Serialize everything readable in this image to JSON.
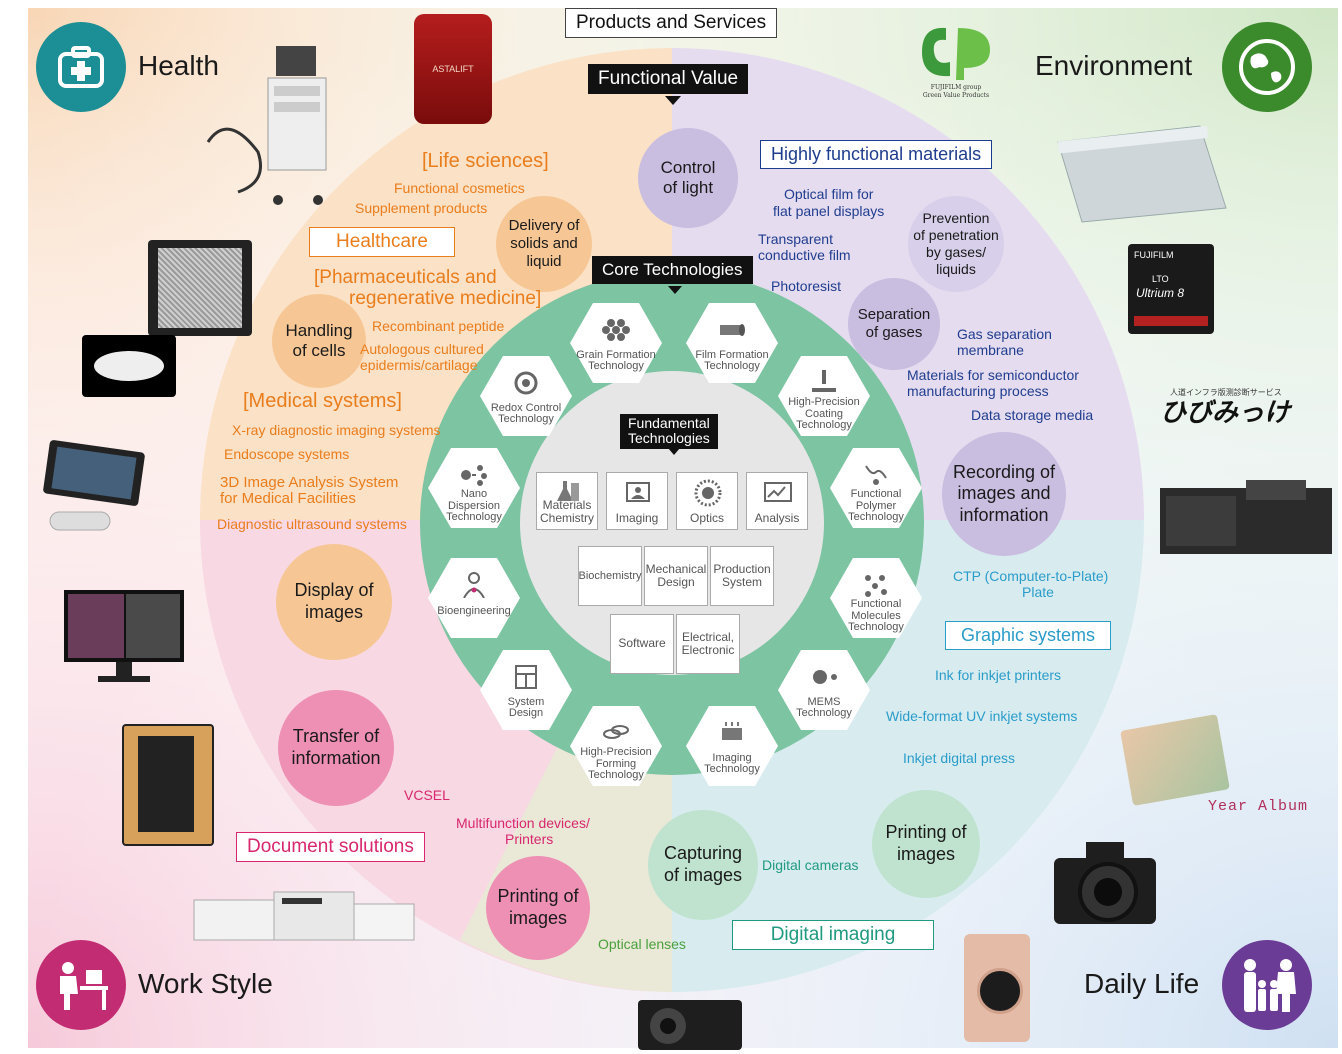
{
  "header": {
    "products_services": "Products and Services",
    "functional_value": "Functional Value"
  },
  "categories": {
    "health": "Health",
    "environment": "Environment",
    "work_style": "Work Style",
    "daily_life": "Daily Life"
  },
  "healthcare": {
    "box": "Healthcare",
    "life_sciences": "[Life sciences]",
    "functional_cosmetics": "Functional cosmetics",
    "supplement_products": "Supplement products",
    "pharma_1": "[Pharmaceuticals and",
    "pharma_2": "regenerative medicine]",
    "recombinant_peptide": "Recombinant peptide",
    "autologous_1": "Autologous cultured",
    "autologous_2": "epidermis/cartilage",
    "medical_systems": "[Medical systems]",
    "xray": "X-ray diagnostic imaging systems",
    "endoscope": "Endoscope systems",
    "ai_1": "3D Image Analysis System",
    "ai_2": "for Medical Facilities",
    "ultrasound": "Diagnostic ultrasound systems"
  },
  "materials": {
    "box": "Highly functional materials",
    "optical_film_1": "Optical film for",
    "optical_film_2": "flat panel displays",
    "transparent_1": "Transparent",
    "transparent_2": "conductive film",
    "photoresist": "Photoresist",
    "gas_membrane_1": "Gas separation",
    "gas_membrane_2": "membrane",
    "semi_1": "Materials for semiconductor",
    "semi_2": "manufacturing process",
    "data_storage": "Data storage media"
  },
  "graphic": {
    "box": "Graphic systems",
    "ctp_1": "CTP (Computer-to-Plate)",
    "ctp_2": "Plate",
    "ink": "Ink for inkjet printers",
    "wide_format": "Wide-format UV inkjet systems",
    "inkjet_press": "Inkjet digital press"
  },
  "document": {
    "box": "Document solutions",
    "vcsel": "VCSEL",
    "mfp_1": "Multifunction devices/",
    "mfp_2": "Printers"
  },
  "imaging": {
    "box": "Digital imaging",
    "digital_cameras": "Digital cameras",
    "optical_lenses": "Optical lenses"
  },
  "values": {
    "control_light_1": "Control",
    "control_light_2": "of light",
    "delivery_1": "Delivery of",
    "delivery_2": "solids and",
    "delivery_3": "liquid",
    "prevention_1": "Prevention",
    "prevention_2": "of penetration",
    "prevention_3": "by gases/",
    "prevention_4": "liquids",
    "separation_1": "Separation",
    "separation_2": "of gases",
    "handling_1": "Handling",
    "handling_2": "of cells",
    "recording_1": "Recording of",
    "recording_2": "images and",
    "recording_3": "information",
    "display_1": "Display of",
    "display_2": "images",
    "transfer_1": "Transfer of",
    "transfer_2": "information",
    "printing_r_1": "Printing of",
    "printing_r_2": "images",
    "capturing_1": "Capturing",
    "capturing_2": "of images",
    "printing_l_1": "Printing of",
    "printing_l_2": "images"
  },
  "core": {
    "title": "Core Technologies",
    "grain": [
      "Grain Formation",
      "Technology"
    ],
    "film": [
      "Film Formation",
      "Technology"
    ],
    "coating": [
      "High-Precision",
      "Coating",
      "Technology"
    ],
    "polymer": [
      "Functional",
      "Polymer",
      "Technology"
    ],
    "molecules": [
      "Functional",
      "Molecules",
      "Technology"
    ],
    "mems": [
      "MEMS",
      "Technology"
    ],
    "imaging": [
      "Imaging",
      "Technology"
    ],
    "forming": [
      "High-Precision",
      "Forming",
      "Technology"
    ],
    "system": [
      "System",
      "Design"
    ],
    "bio": [
      "Bioengineering"
    ],
    "nano": [
      "Nano",
      "Dispersion",
      "Technology"
    ],
    "redox": [
      "Redox Control",
      "Technology"
    ]
  },
  "fundamental": {
    "title_1": "Fundamental",
    "title_2": "Technologies",
    "materials_chem_1": "Materials",
    "materials_chem_2": "Chemistry",
    "imaging": "Imaging",
    "optics": "Optics",
    "analysis": "Analysis",
    "biochemistry": "Biochemistry",
    "mech_1": "Mechanical",
    "mech_2": "Design",
    "prod_1": "Production",
    "prod_2": "System",
    "software": "Software",
    "elec_1": "Electrical,",
    "elec_2": "Electronic"
  },
  "brands": {
    "gp_sub_1": "FUJIFILM group",
    "gp_sub_2": "Green Value Products",
    "hibi_top": "人道インフラ版测診断サービス",
    "hibi": "ひびみっけ",
    "year_album": "Year Album",
    "lto_1": "FUJIFILM",
    "lto_2": "LTO",
    "lto_3": "Ultrium 8",
    "astalift": "ASTALIFT"
  },
  "colors": {
    "orange": "#ea7d1c",
    "navy": "#1f3d8f",
    "cyan": "#2a9cc9",
    "pink": "#d8276e",
    "green": "#4aa03c",
    "teal_ring": "#7cc4a2",
    "health_icon": "#1c8f96",
    "env_icon": "#3b8a2c",
    "work_icon": "#c22c72",
    "life_icon": "#6b3c96"
  }
}
